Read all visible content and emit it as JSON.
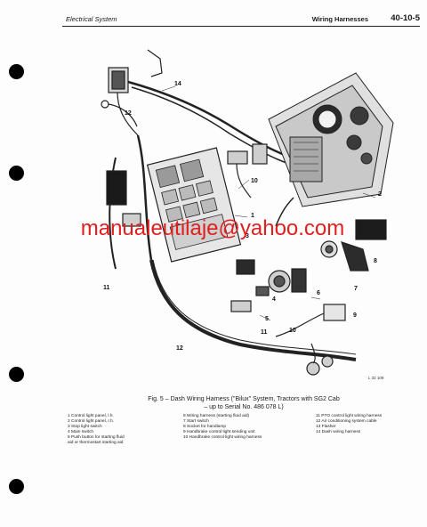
{
  "header": {
    "section": "Electrical System",
    "title": "Wiring Harnesses",
    "page_number": "40-10-5"
  },
  "watermark": "manualeutilaje@yahoo.com",
  "figure": {
    "callouts": [
      "14",
      "12",
      "10",
      "2",
      "1",
      "3",
      "8",
      "5",
      "4",
      "6",
      "7",
      "11",
      "9",
      "12",
      "11",
      "10"
    ],
    "reference_number": "L 32 109"
  },
  "caption": {
    "line1": "Fig. 5 – Dash Wiring Harness (\"Bilux\" System, Tractors with SG2 Cab",
    "line2": "– up to Serial No. 486 078 L)"
  },
  "legend": {
    "col1": [
      "1  Control light panel, l.h.",
      "2  Control light panel, r.h.",
      "3  Stop light switch",
      "4  Main switch",
      "5  Push button for starting fluid",
      "    aid or thermostart starting aid"
    ],
    "col2": [
      "6  Wiring harness (starting fluid aid)",
      "7  Start switch",
      "8  Socket for handlamp",
      "9  Handbrake control light sending unit",
      "10  Handbrake control light wiring harness"
    ],
    "col3": [
      "11  PTO control light wiring harness",
      "12  Air conditioning system cable",
      "13  Flasher",
      "14  Dash wiring harness"
    ]
  }
}
